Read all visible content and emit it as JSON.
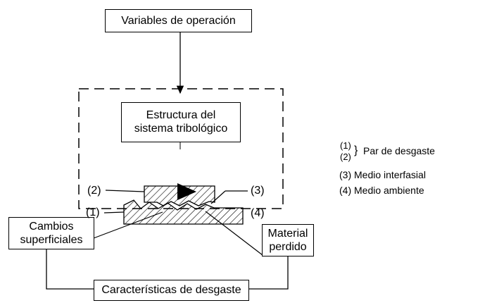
{
  "boxes": {
    "variables": "Variables de operación",
    "estructura_line1": "Estructura del",
    "estructura_line2": "sistema tribológico",
    "cambios_line1": "Cambios",
    "cambios_line2": "superficiales",
    "material_line1": "Material",
    "material_line2": "perdido",
    "caracteristicas": "Características de desgaste"
  },
  "labels": {
    "l1": "(1)",
    "l2": "(2)",
    "l3": "(3)",
    "l4": "(4)"
  },
  "legend": {
    "l1_num": "(1)",
    "brace": "}",
    "par": "Par de desgaste",
    "l2_num": "(2)",
    "l3": "(3) Medio interfasial",
    "l4": "(4) Medio ambiente"
  },
  "colors": {
    "line": "#000000",
    "background": "#ffffff"
  }
}
